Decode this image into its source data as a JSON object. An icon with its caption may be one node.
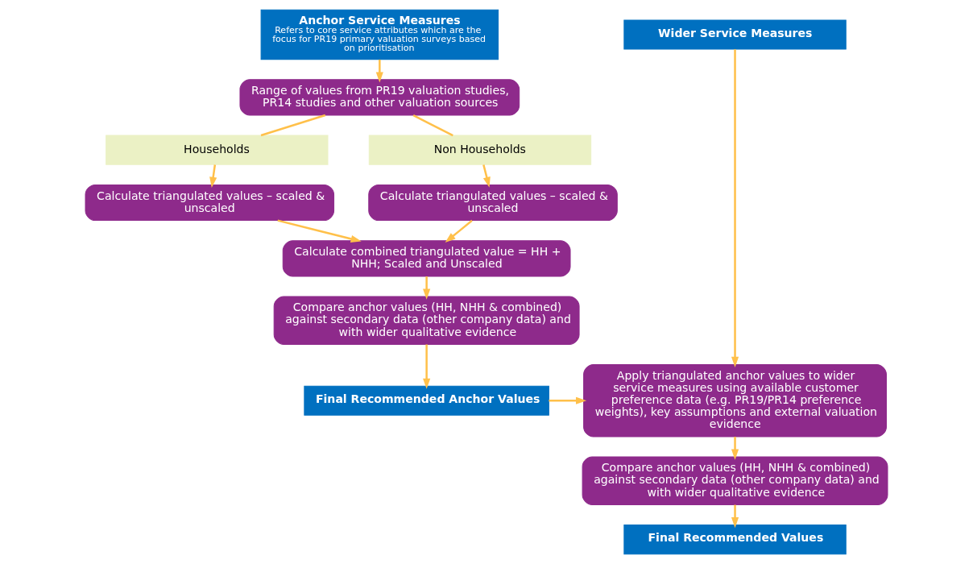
{
  "diagram": {
    "nodes": [
      {
        "text": [
          "Anchor Service Measures",
          "Refers to core service attributes which are the focus for PR19 primary valuation surveys based on prioritisation"
        ]
      },
      {
        "text": [
          "Wider Service Measures"
        ]
      },
      {
        "text": [
          "Range of values from PR19 valuation studies, PR14 studies and other valuation sources"
        ]
      },
      {
        "text": [
          "Households"
        ]
      },
      {
        "text": [
          "Non Households"
        ]
      },
      {
        "text": [
          "Calculate triangulated values – scaled & unscaled"
        ]
      },
      {
        "text": [
          "Calculate triangulated values – scaled & unscaled"
        ]
      },
      {
        "text": [
          "Calculate combined triangulated value = HH + NHH; Scaled and Unscaled"
        ]
      },
      {
        "text": [
          "Compare anchor values (HH, NHH & combined) against secondary data (other company data) and with wider qualitative evidence"
        ]
      },
      {
        "text": [
          "Final Recommended Anchor Values"
        ]
      },
      {
        "text": [
          "Apply triangulated anchor values to wider service measures using available customer preference data (e.g. PR19/PR14 preference weights), key assumptions and external valuation evidence"
        ]
      },
      {
        "text": [
          "Compare anchor values (HH, NHH & combined) against secondary data (other company data) and with wider qualitative evidence"
        ]
      },
      {
        "text": [
          "Final Recommended Values"
        ]
      }
    ],
    "edges": [
      {
        "from": 0,
        "to": 2,
        "arrow": "to"
      },
      {
        "from": 2,
        "to": 3,
        "arrow": "none"
      },
      {
        "from": 2,
        "to": 4,
        "arrow": "none"
      },
      {
        "from": 3,
        "to": 5,
        "arrow": "to"
      },
      {
        "from": 4,
        "to": 6,
        "arrow": "to"
      },
      {
        "from": 5,
        "to": 7,
        "arrow": "to"
      },
      {
        "from": 6,
        "to": 7,
        "arrow": "to"
      },
      {
        "from": 7,
        "to": 8,
        "arrow": "to"
      },
      {
        "from": 8,
        "to": 9,
        "arrow": "to"
      },
      {
        "from": 9,
        "to": 10,
        "arrow": "to"
      },
      {
        "from": 1,
        "to": 10,
        "arrow": "to"
      },
      {
        "from": 10,
        "to": 11,
        "arrow": "to"
      },
      {
        "from": 11,
        "to": 12,
        "arrow": "to"
      }
    ]
  }
}
